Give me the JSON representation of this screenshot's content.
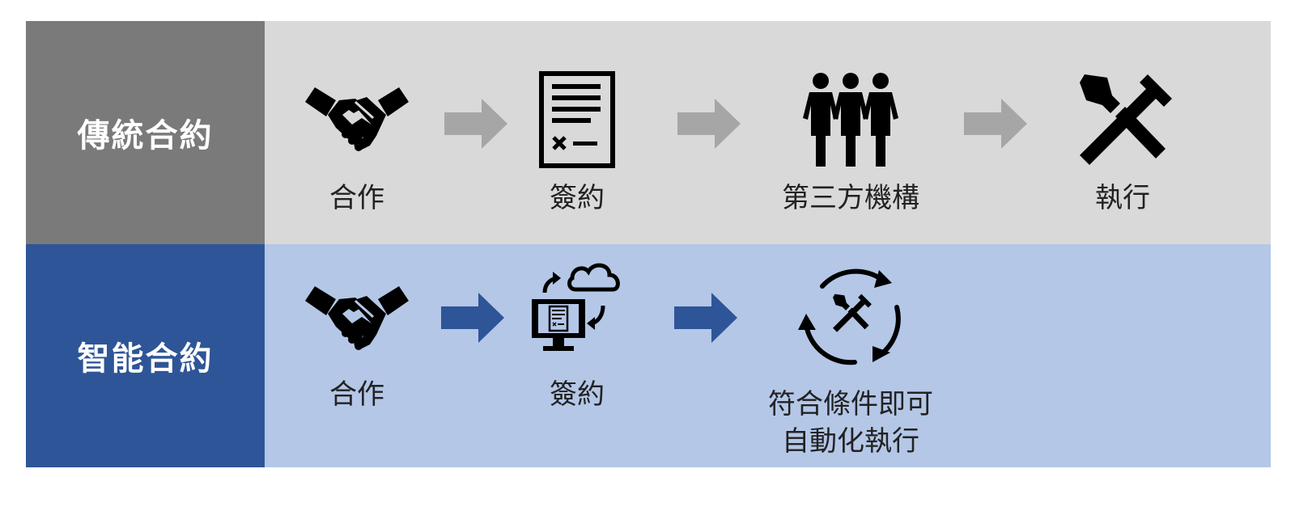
{
  "colors": {
    "traditional_header": "#7a7a7a",
    "traditional_body": "#d9d9d9",
    "traditional_arrow": "#a6a6a6",
    "smart_header": "#2e5597",
    "smart_body": "#b4c7e7",
    "smart_arrow": "#2e5597",
    "icon": "#000000"
  },
  "traditional": {
    "title": "傳統合約",
    "steps": [
      {
        "label": "合作",
        "icon": "handshake-icon"
      },
      {
        "label": "簽約",
        "icon": "contract-document-icon"
      },
      {
        "label": "第三方機構",
        "icon": "people-group-icon"
      },
      {
        "label": "執行",
        "icon": "hammers-icon"
      }
    ]
  },
  "smart": {
    "title": "智能合約",
    "steps": [
      {
        "label": "合作",
        "icon": "handshake-icon"
      },
      {
        "label": "簽約",
        "icon": "cloud-computer-icon"
      },
      {
        "label_line1": "符合條件即可",
        "label_line2": "自動化執行",
        "icon": "cycle-hammers-icon"
      }
    ]
  }
}
